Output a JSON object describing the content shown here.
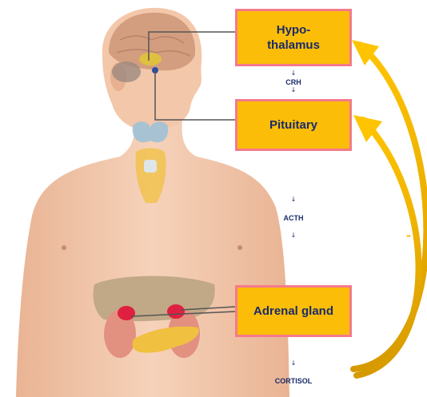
{
  "boxes": {
    "hypothalamus": "Hypo-\nthalamus",
    "pituitary": "Pituitary",
    "adrenal": "Adrenal gland"
  },
  "hormones": {
    "crh": "CRH",
    "acth": "ACTH",
    "cortisol": "CORTISOL"
  },
  "arrow_glyph": "↓",
  "feedback_sign": "-",
  "colors": {
    "box_fill": "#fbbd07",
    "box_border": "#f47a8c",
    "text": "#1a2b6a",
    "feedback_arrow": "#fbbd07",
    "skin": "#f2c6a8",
    "connector_line": "#555555"
  }
}
